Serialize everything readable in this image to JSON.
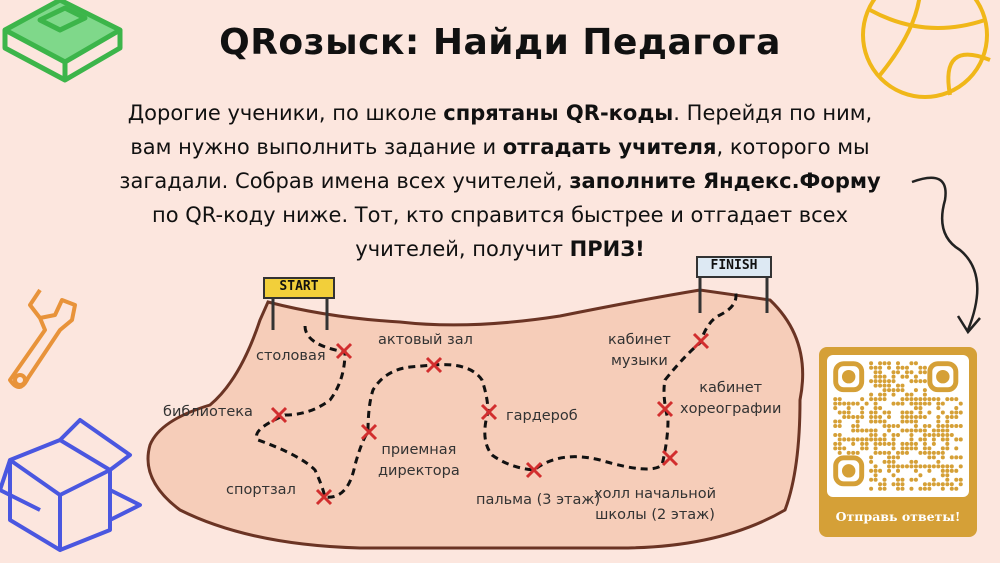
{
  "title": "QRозыск: Найди Педагога",
  "intro": {
    "l1a": "Дорогие ученики, по школе ",
    "l1b": "спрятаны QR-коды",
    "l1c": ". Перейдя по ним,",
    "l2a": "вам нужно выполнить задание и ",
    "l2b": "отгадать учителя",
    "l2c": ", которого мы",
    "l3a": "загадали. Собрав имена всех учителей, ",
    "l3b": "заполните Яндекс.Форму",
    "l4": "по QR-коду ниже. Тот, кто справится быстрее и отгадает всех",
    "l5a": "учителей, получит ",
    "l5b": "ПРИЗ!"
  },
  "map": {
    "start": "START",
    "finish": "FINISH",
    "stops": [
      "столовая",
      "актовый зал",
      "библиотека",
      "приемная директора",
      "спортзал",
      "гардероб",
      "пальма (3 этаж)",
      "холл начальной школы (2 этаж)",
      "кабинет хореографии",
      "кабинет музыки"
    ],
    "l": {
      "stolovaya": "столовая",
      "aktovy": "актовый зал",
      "biblioteka": "библиотека",
      "priem1": "приемная",
      "priem2": "директора",
      "sportzal": "спортзал",
      "garderob": "гардероб",
      "palma": "пальма (3 этаж)",
      "holl1": "холл начальной",
      "holl2": "школы (2 этаж)",
      "horeo1": "кабинет",
      "horeo2": "хореографии",
      "muz1": "кабинет",
      "muz2": "музыки"
    }
  },
  "qr": {
    "caption": "Отправь ответы!",
    "color": "#d5a037"
  },
  "icons": [
    "book-icon",
    "basketball-icon",
    "wrench-icon",
    "box-icon",
    "curved-arrow-icon"
  ]
}
